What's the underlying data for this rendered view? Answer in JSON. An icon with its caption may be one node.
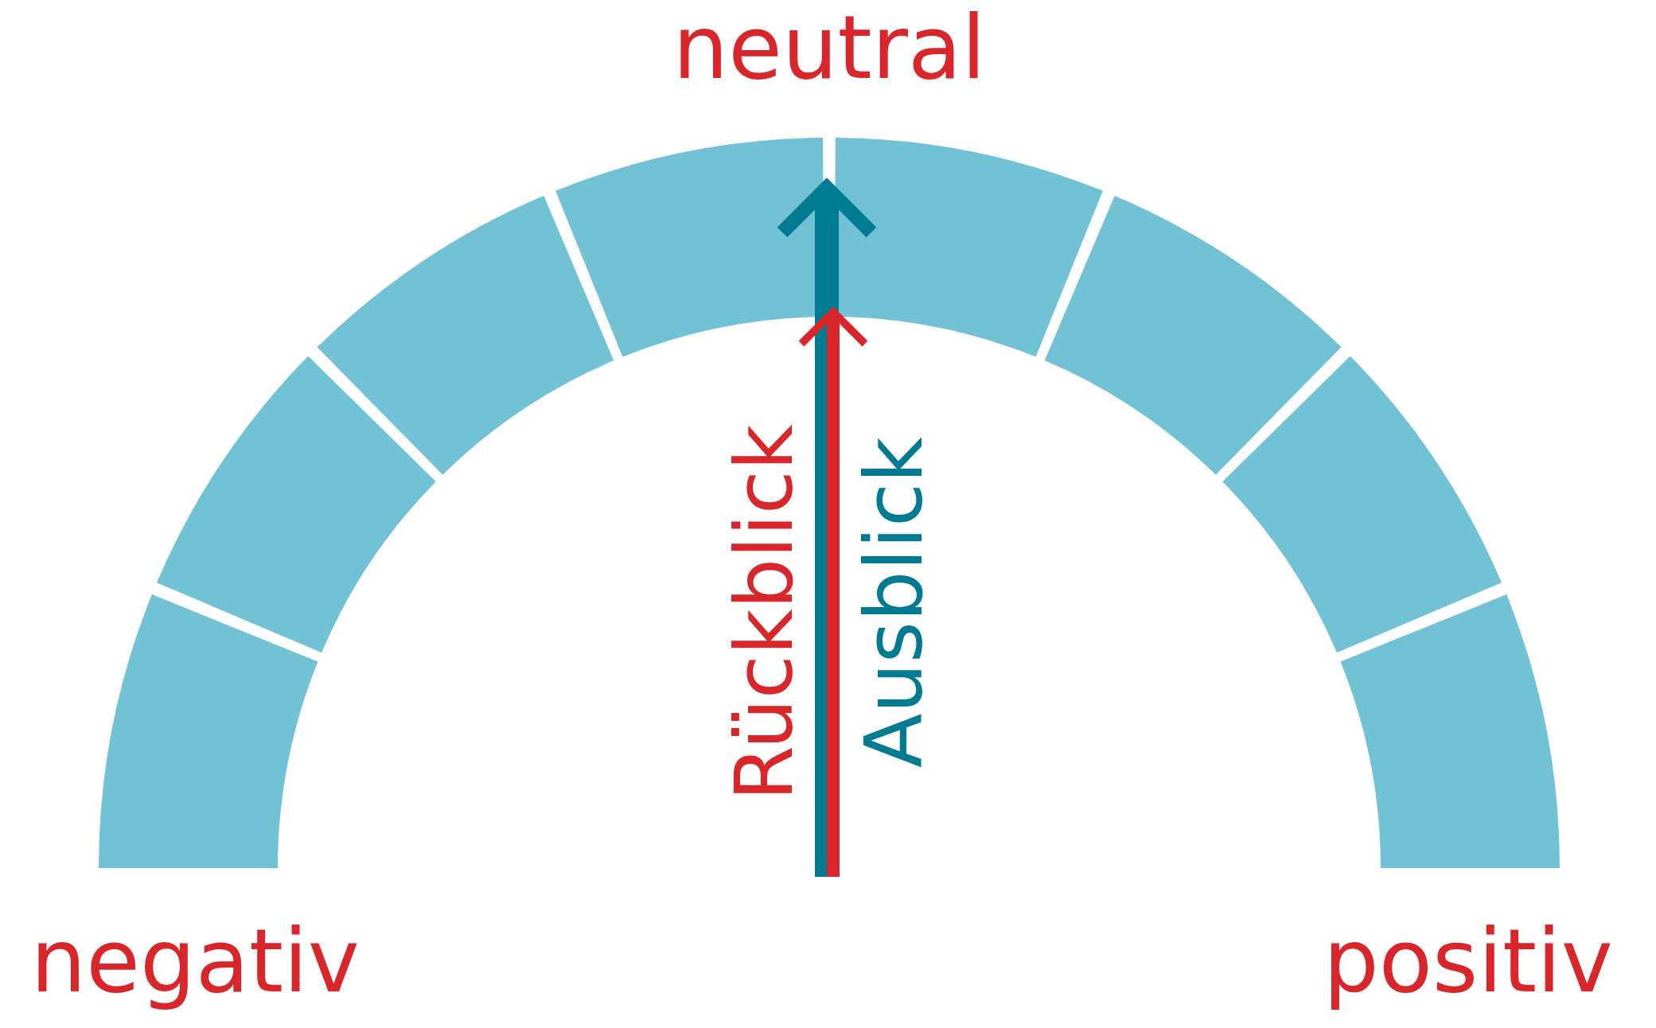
{
  "diagram": {
    "labels": [
      "neutral",
      "negativ",
      "positiv",
      "Rückblick",
      "Ausblick"
    ]
  }
}
